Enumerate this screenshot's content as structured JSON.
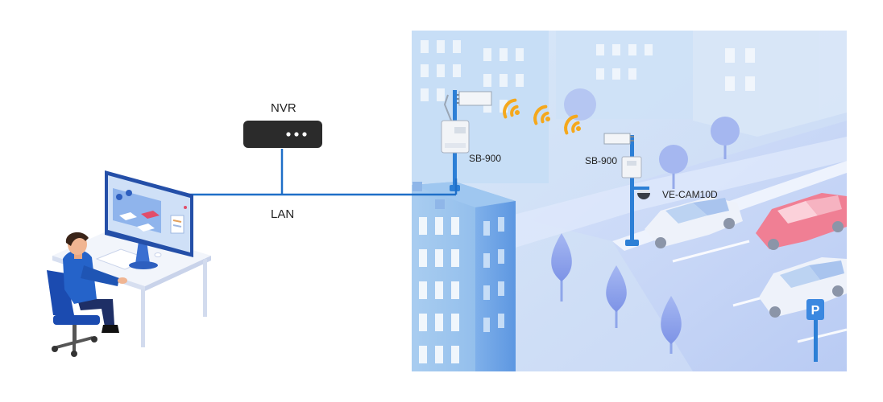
{
  "labels": {
    "nvr": "NVR",
    "lan": "LAN",
    "sb900_a": "SB-900",
    "sb900_b": "SB-900",
    "camera": "VE-CAM10D"
  },
  "colors": {
    "link_line": "#1f6fc8",
    "nvr_body": "#2b2b2b",
    "wifi": "#f5a81c",
    "building_light": "#b9d6f3",
    "road": "#c7d8f6",
    "pole": "#2c7fd6"
  },
  "icons": [
    "nvr-device-icon",
    "desktop-monitor-icon",
    "office-worker-icon",
    "wifi-signal-icon",
    "radio-bridge-icon",
    "dome-camera-icon",
    "parking-sign-icon",
    "car-icon",
    "tree-icon"
  ]
}
